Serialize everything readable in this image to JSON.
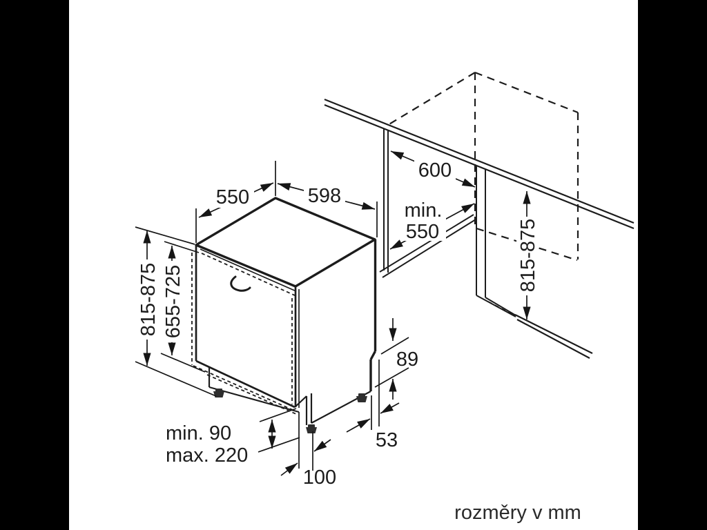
{
  "window": {
    "background": "#000000",
    "canvas_background": "#ffffff"
  },
  "diagram": {
    "type": "appliance-installation-drawing",
    "caption": "rozměry v mm",
    "unit": "mm",
    "labels": {
      "top_depth": "550",
      "top_width": "598",
      "niche_width": "600",
      "niche_depth_line1": "min.",
      "niche_depth_line2": "550",
      "appliance_height": "815-875",
      "door_panel_height": "655-725",
      "niche_height": "815-875",
      "rear_clearance_height": "89",
      "rear_clearance_depth": "53",
      "plinth_line1": "min. 90",
      "plinth_line2": "max. 220",
      "foot_inset": "100"
    },
    "line_color": "#1c1c1c"
  }
}
